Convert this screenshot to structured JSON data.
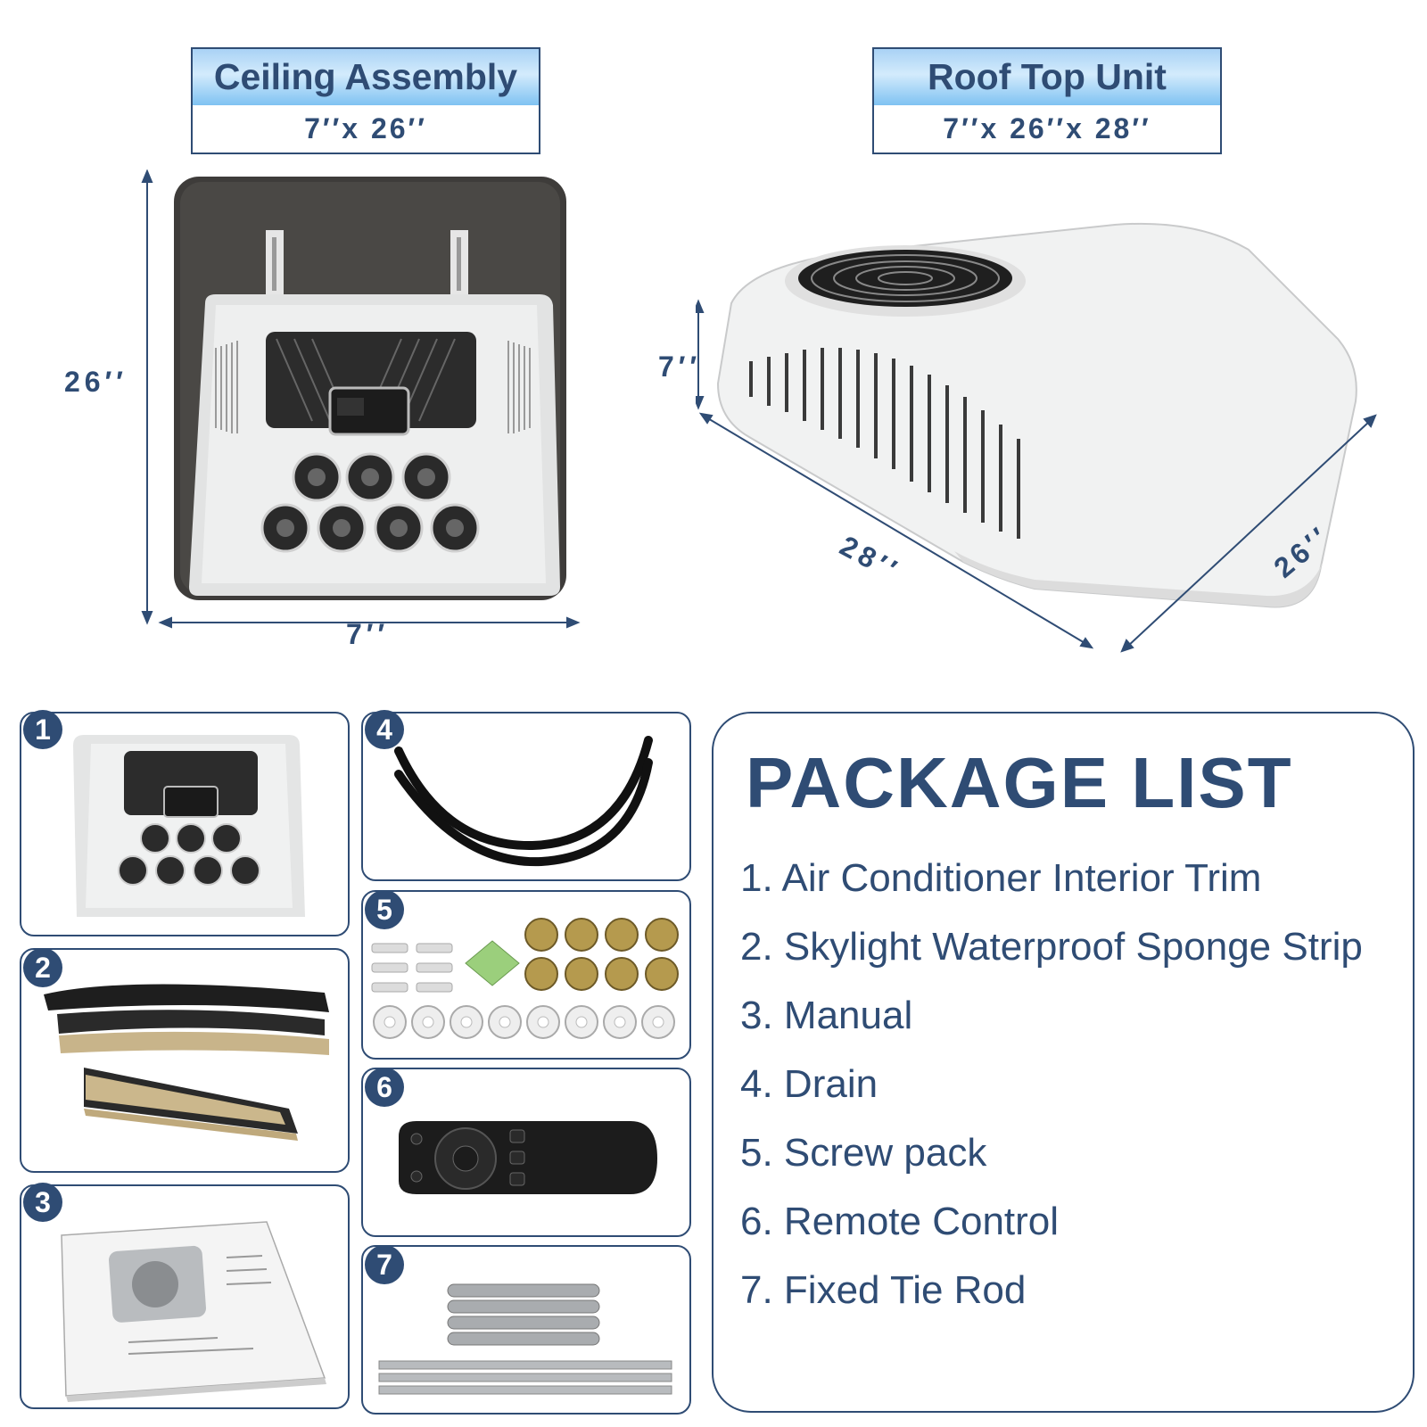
{
  "ceiling": {
    "title": "Ceiling Assembly",
    "size": "7′′x 26′′",
    "height_label": "26′′",
    "width_label": "7′′"
  },
  "rooftop": {
    "title": "Roof Top Unit",
    "size": "7′′x 26′′x 28′′",
    "height_label": "7′′",
    "length_label": "28′′",
    "width_label": "26′′"
  },
  "panels": [
    "1",
    "2",
    "3",
    "4",
    "5",
    "6",
    "7"
  ],
  "package": {
    "title": "PACKAGE LIST",
    "items": [
      "1. Air Conditioner Interior Trim",
      "2. Skylight Waterproof Sponge Strip",
      "3. Manual",
      "4. Drain",
      "5. Screw pack",
      "6. Remote Control",
      "7. Fixed Tie Rod"
    ]
  },
  "colors": {
    "accent": "#2f4c74",
    "header_gradient": "#7fc2f2"
  },
  "icons": [
    "ceiling-unit-image",
    "rooftop-unit-image",
    "sponge-strip-image",
    "manual-image",
    "drain-hose-image",
    "screw-pack-image",
    "remote-control-image",
    "tie-rod-image"
  ]
}
